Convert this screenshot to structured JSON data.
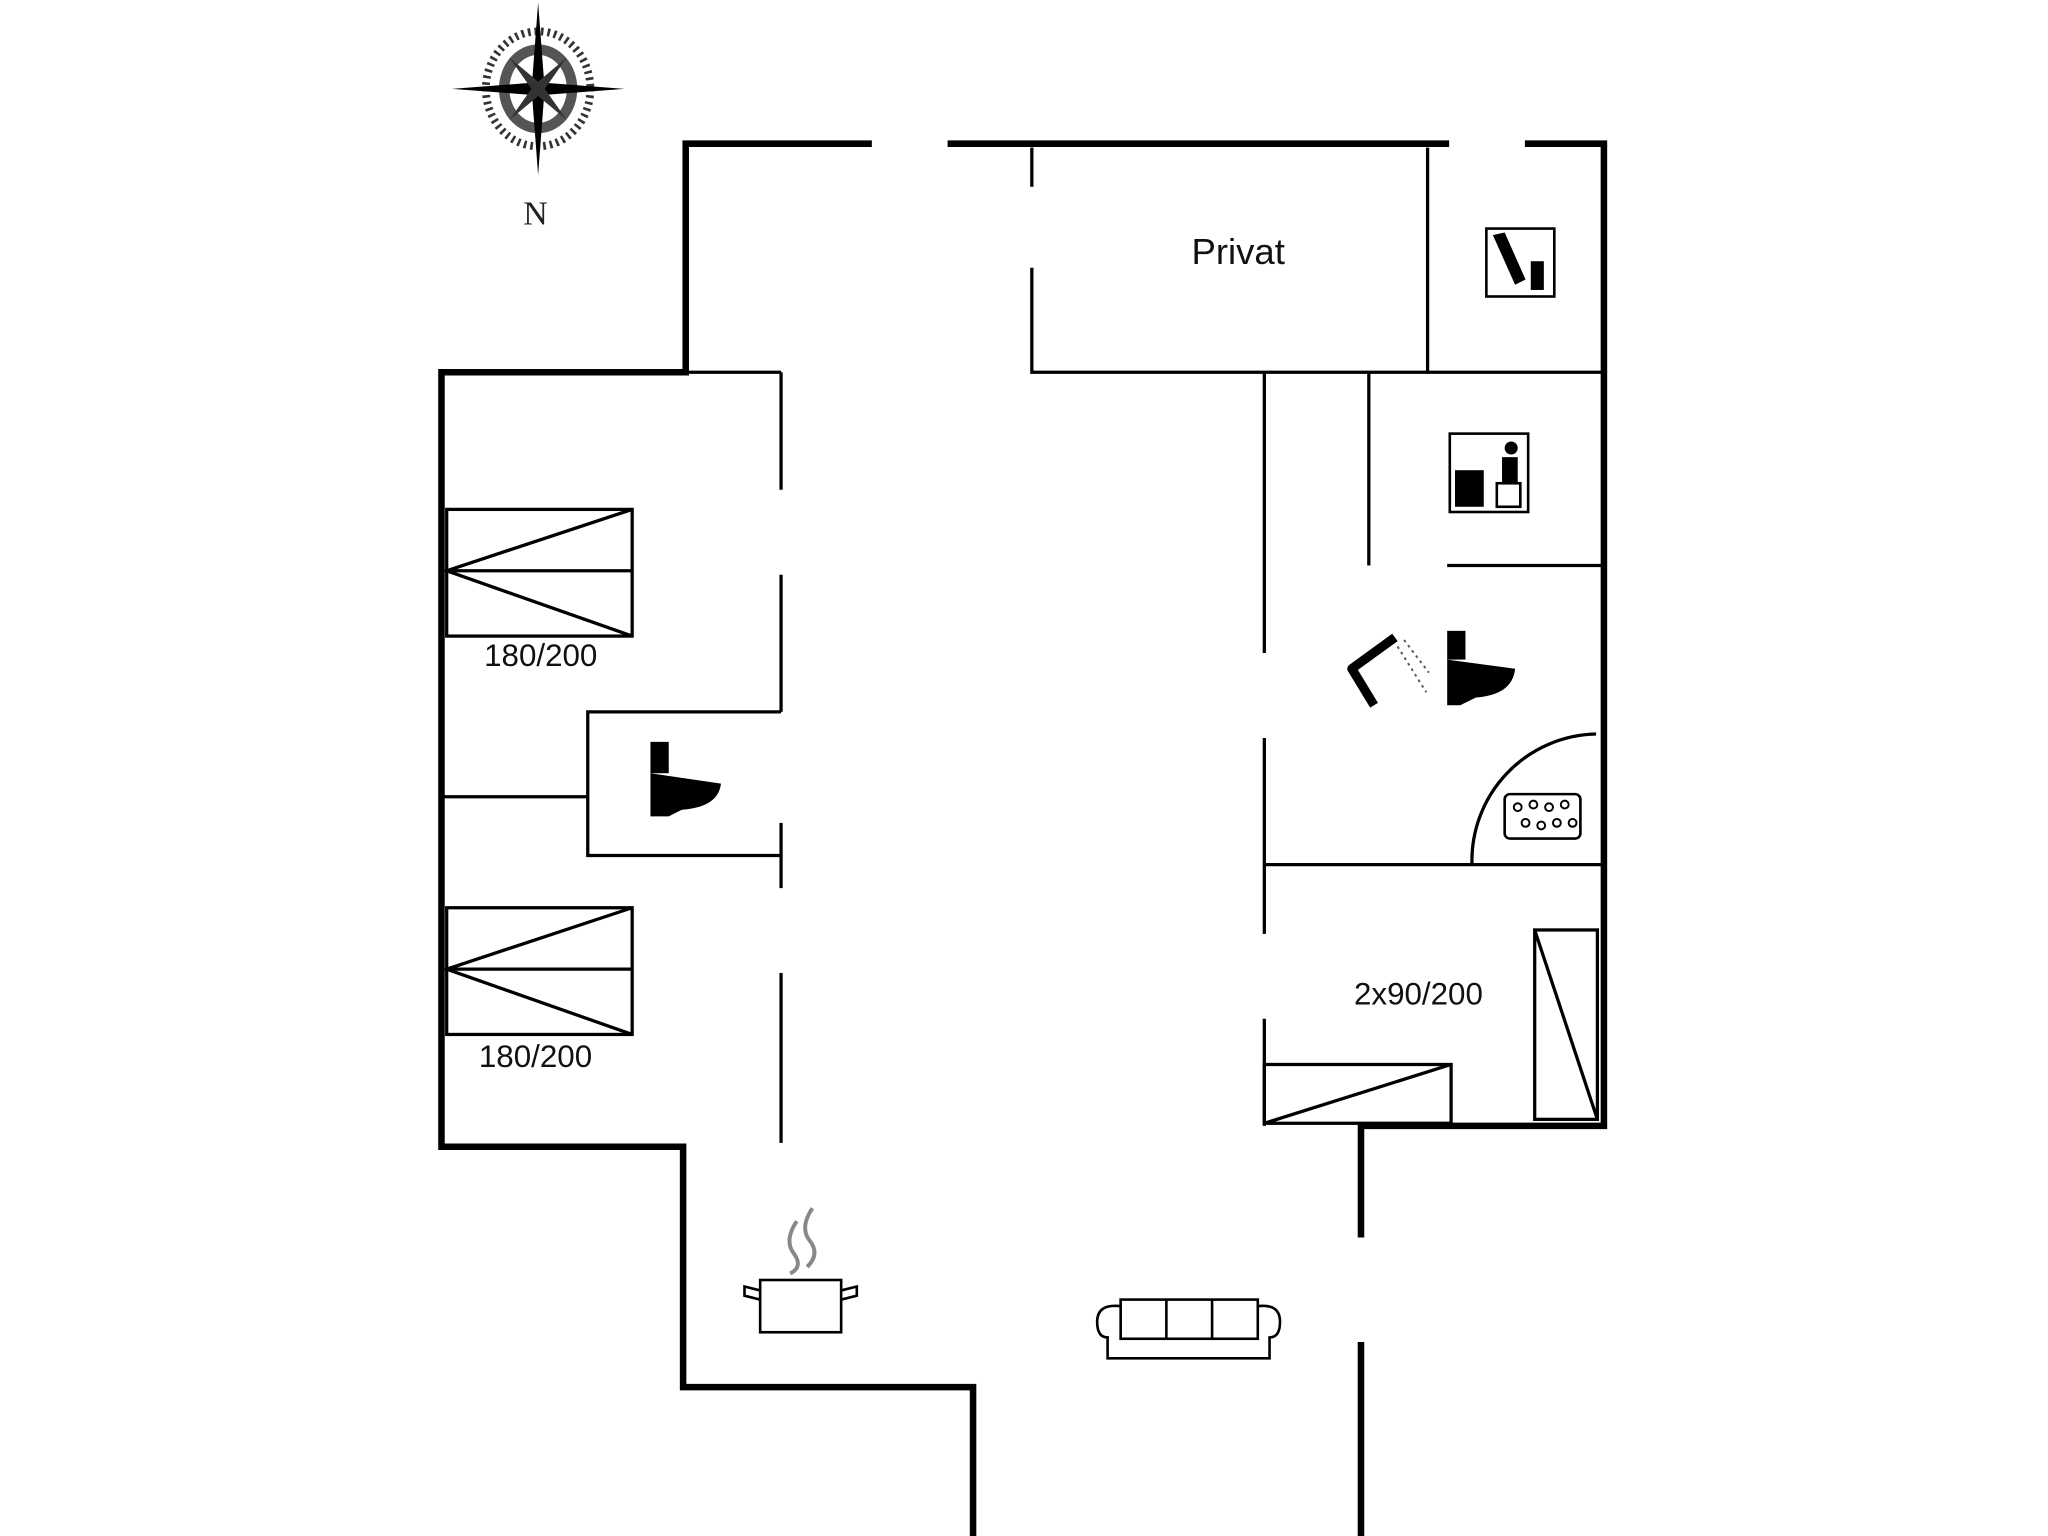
{
  "compass": {
    "label": "N",
    "icon": "compass-rose-icon"
  },
  "rooms": {
    "private": {
      "label": "Privat"
    },
    "bedroom_1": {
      "bed_label": "180/200"
    },
    "bedroom_2": {
      "bed_label": "180/200"
    },
    "bedroom_3": {
      "bed_label": "2x90/200"
    }
  },
  "icons": [
    "compass-rose-icon",
    "washing-machine-icon",
    "sauna-icon",
    "shower-icon",
    "toilet-icon",
    "jacuzzi-icon",
    "cooking-pot-icon",
    "sofa-icon",
    "bed-icon"
  ],
  "colors": {
    "walls": "#000000",
    "background": "#ffffff"
  }
}
